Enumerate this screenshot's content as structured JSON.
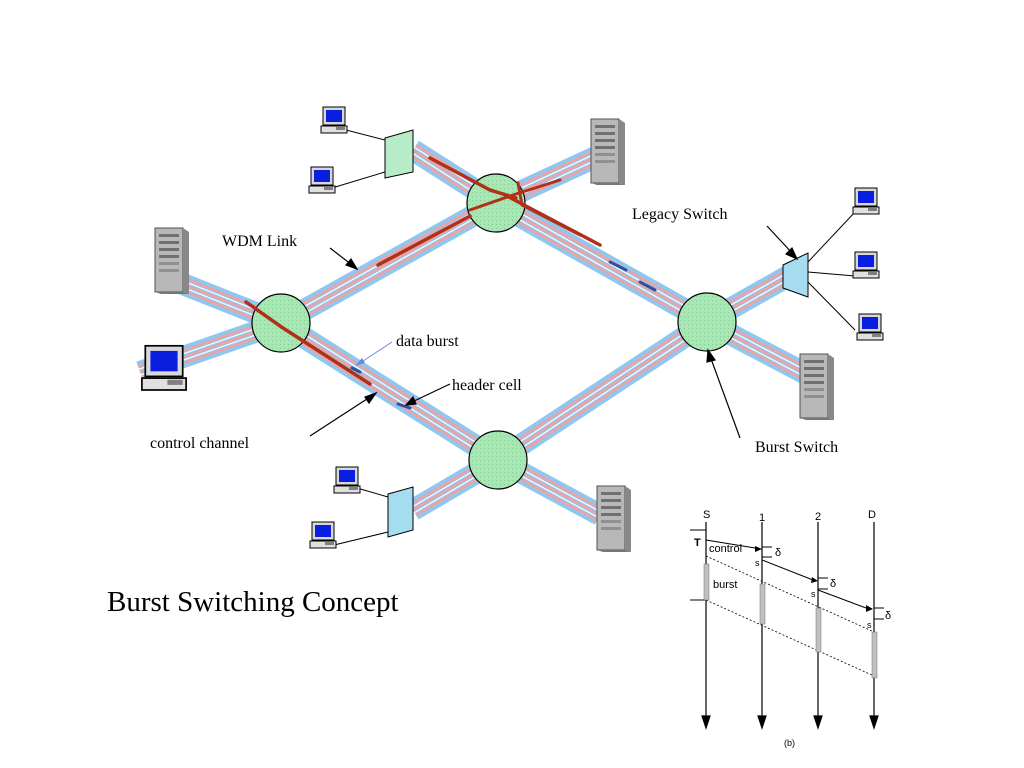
{
  "title": "Burst Switching Concept",
  "labels": {
    "wdm_link": "WDM Link",
    "legacy_switch": "Legacy Switch",
    "data_burst": "data burst",
    "header_cell": "header cell",
    "control_channel": "control channel",
    "burst_switch": "Burst Switch"
  },
  "timing": {
    "nodes": [
      "S",
      "1",
      "2",
      "D"
    ],
    "t_label": "T",
    "control_label": "control",
    "burst_label": "burst",
    "delta_label": "δ",
    "s_label": "s",
    "caption": "(b)"
  },
  "colors": {
    "fiber_outer": "#8ec8f0",
    "fiber_inner": "#f2a0a0",
    "burst": "#b03018",
    "header": "#3050a0",
    "switch_fill": "#a8e6b4",
    "legacy_fill": "#a6dcf0"
  }
}
